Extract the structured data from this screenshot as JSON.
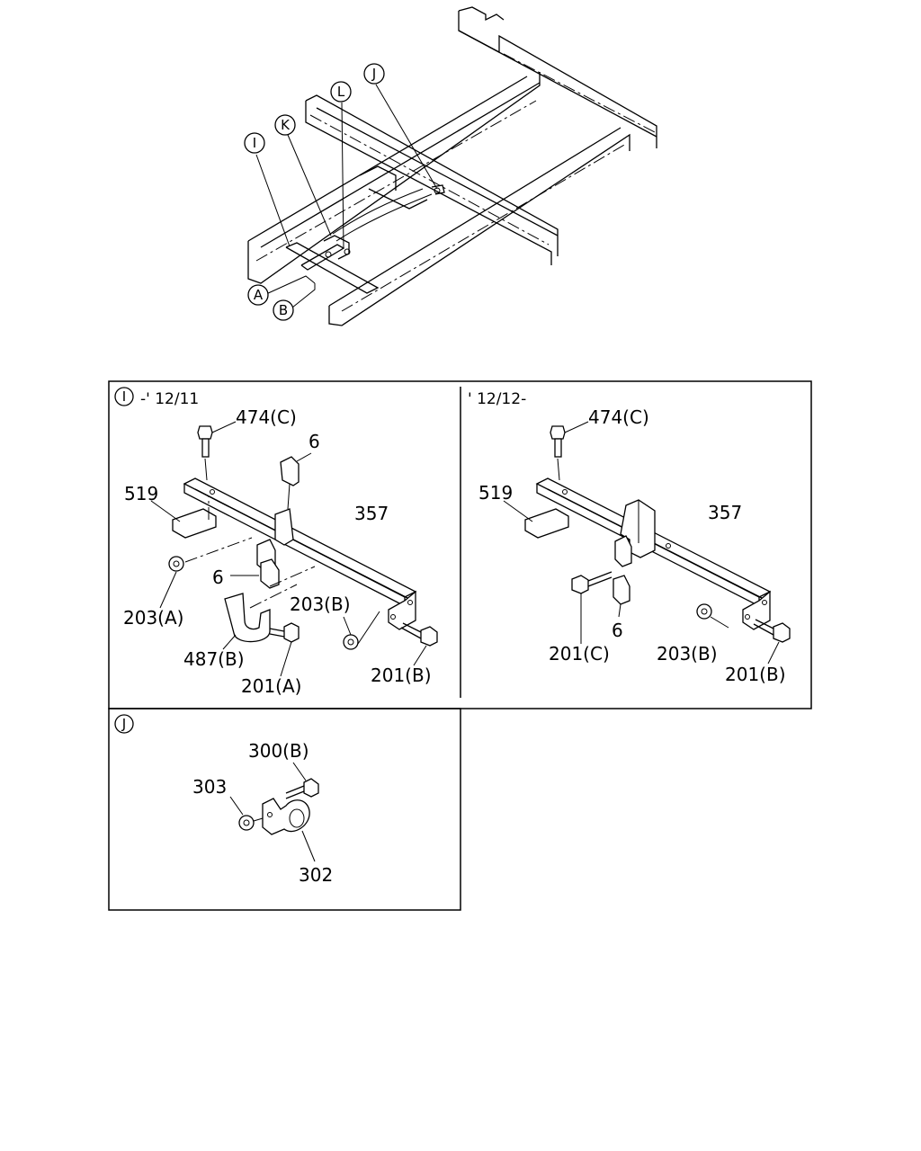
{
  "overview": {
    "callouts": {
      "I": "I",
      "J": "J",
      "K": "K",
      "L": "L",
      "A": "A",
      "B": "B"
    }
  },
  "panel_i_left": {
    "tag": "I",
    "period": "-' 12/11",
    "labels": {
      "p474c": "474(C)",
      "p6a": "6",
      "p519": "519",
      "p357": "357",
      "p6b": "6",
      "p203a": "203(A)",
      "p203b": "203(B)",
      "p487b": "487(B)",
      "p201a": "201(A)",
      "p201b": "201(B)"
    }
  },
  "panel_i_right": {
    "period": "' 12/12-",
    "labels": {
      "p474c": "474(C)",
      "p519": "519",
      "p357": "357",
      "p201c": "201(C)",
      "p6": "6",
      "p203b": "203(B)",
      "p201b": "201(B)"
    }
  },
  "panel_j": {
    "tag": "J",
    "labels": {
      "p300b": "300(B)",
      "p303": "303",
      "p302": "302"
    }
  }
}
